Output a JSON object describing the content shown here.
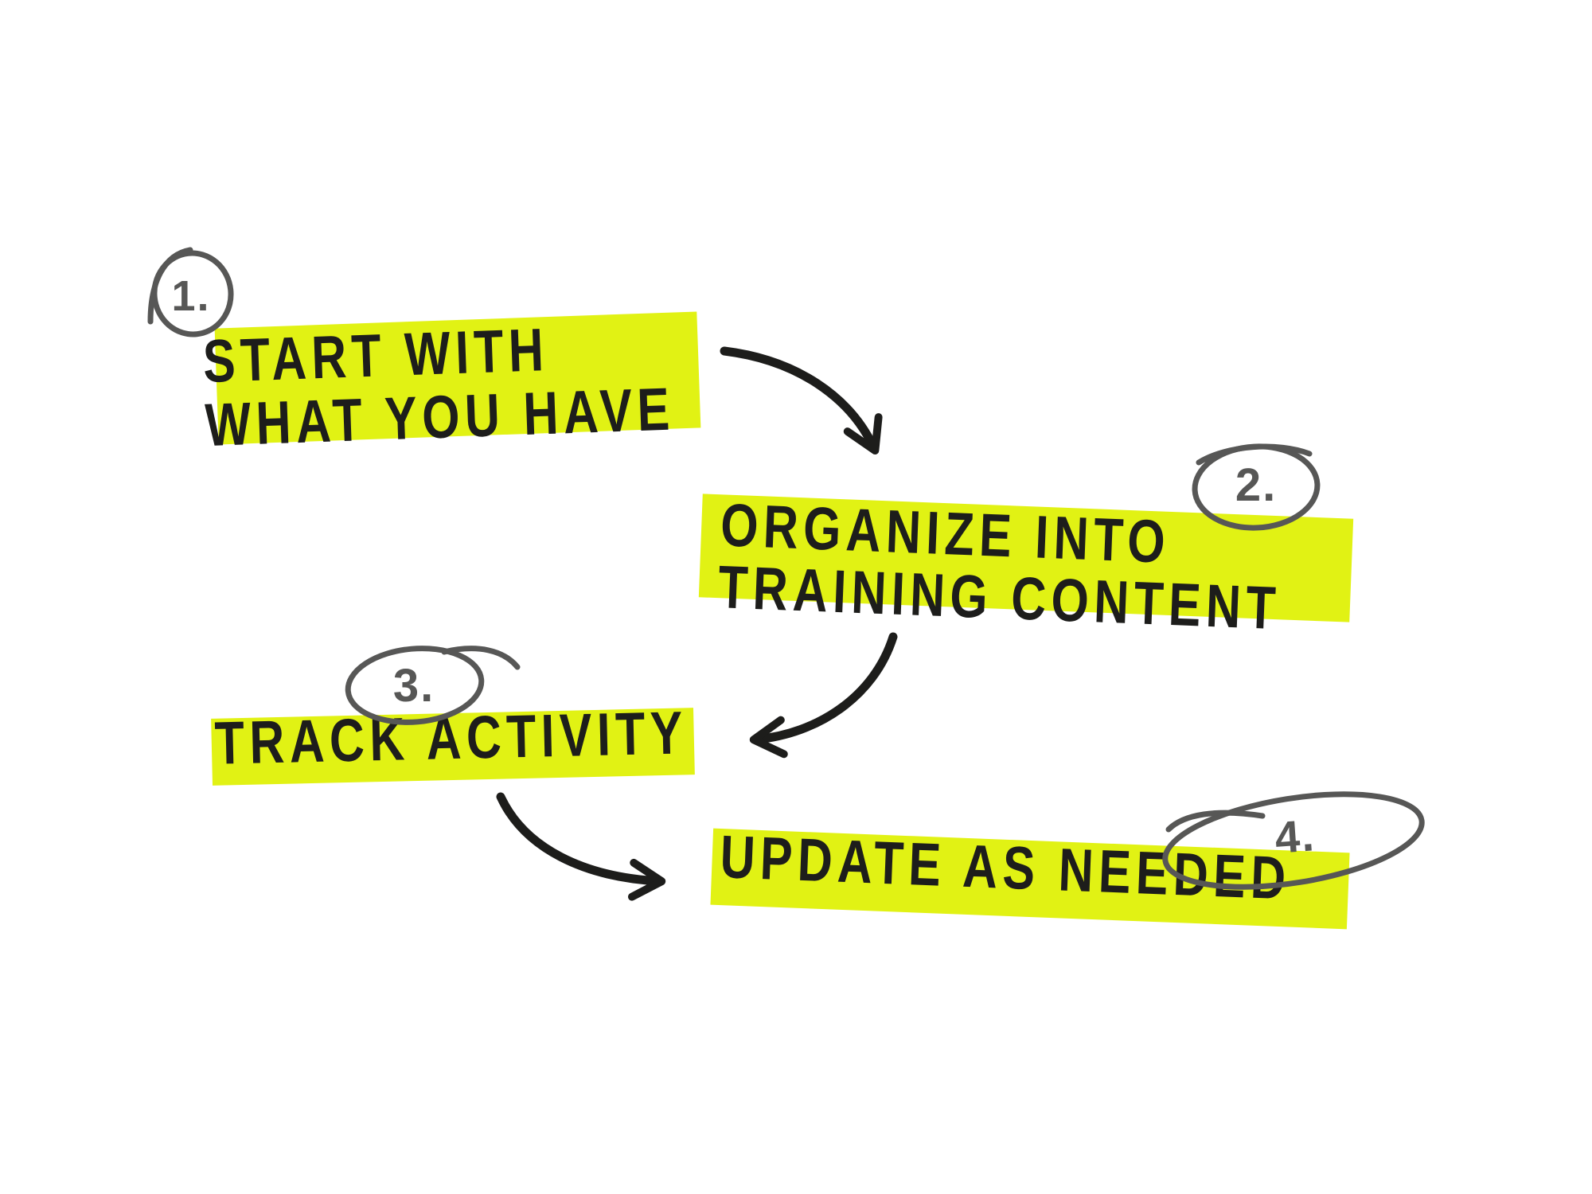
{
  "canvas": {
    "background": "#ffffff"
  },
  "colors": {
    "highlight": "#e1f214",
    "ink": "#1d1d1b",
    "badge": "#575756"
  },
  "steps": [
    {
      "number": "1.",
      "lines": [
        "START WITH",
        "WHAT YOU HAVE"
      ]
    },
    {
      "number": "2.",
      "lines": [
        "ORGANIZE INTO",
        "TRAINING CONTENT"
      ]
    },
    {
      "number": "3.",
      "lines": [
        "TRACK ACTIVITY"
      ]
    },
    {
      "number": "4.",
      "lines": [
        "UPDATE AS NEEDED"
      ]
    }
  ],
  "icons": {
    "badge_1": "hand-drawn-circle",
    "badge_2": "hand-drawn-oval",
    "badge_3": "hand-drawn-oval",
    "badge_4": "hand-drawn-wide-loop",
    "arrow_1": "curved-arrow-down-right",
    "arrow_2": "curved-arrow-down-left",
    "arrow_3": "curved-arrow-down-right"
  }
}
